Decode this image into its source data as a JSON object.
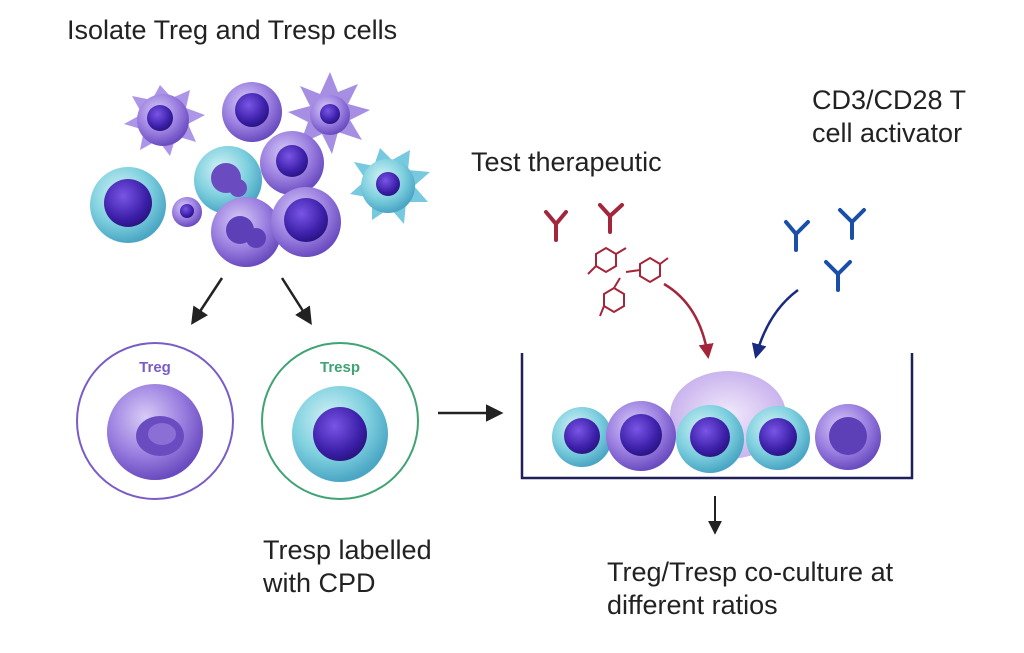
{
  "labels": {
    "isolate": "Isolate Treg and Tresp cells",
    "activator": "CD3/CD28 T\ncell activator",
    "test_therapeutic": "Test therapeutic",
    "tresp_labelled": "Tresp labelled\nwith CPD",
    "co_culture": "Treg/Tresp co-culture at\ndifferent ratios"
  },
  "circles": {
    "treg": "Treg",
    "tresp": "Tresp"
  },
  "colors": {
    "text": "#222222",
    "treg_accent": "#7a5cc8",
    "tresp_accent": "#3fa374",
    "therapeutic": "#a3263b",
    "activator": "#1a4fa8",
    "dish": "#1f1f5a",
    "nucleus": "#3a1fa0",
    "treg_cell": "#8b6fd4",
    "tresp_cell": "#5fc3d6"
  },
  "icons": [
    "antibody-icon",
    "molecule-icon",
    "arrow-icon",
    "petri-dish-icon",
    "cell-icon"
  ]
}
